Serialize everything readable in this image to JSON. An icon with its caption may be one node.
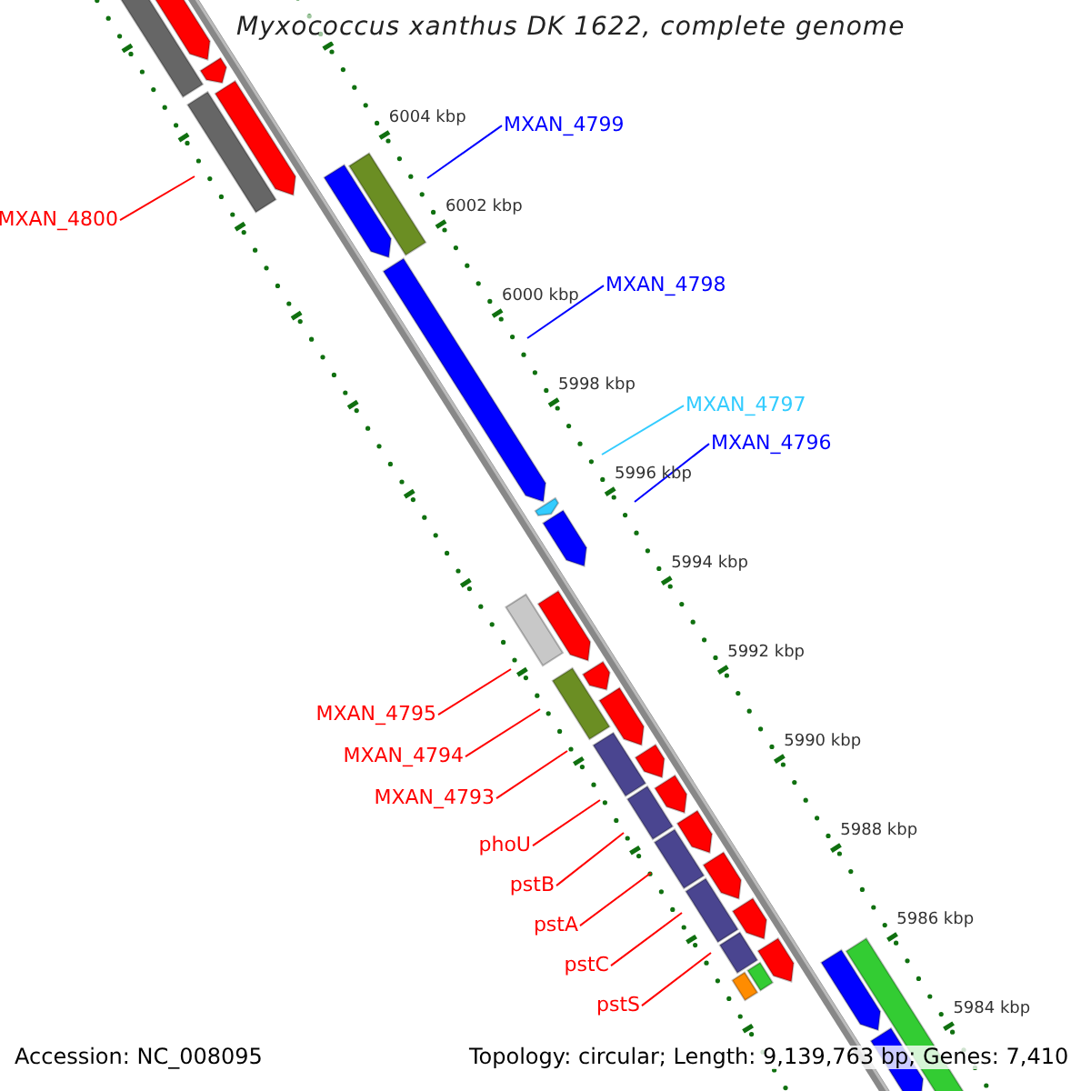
{
  "diagram": {
    "title": "Myxococcus xanthus DK 1622, complete genome",
    "nodes": [
      {
        "text": [
          "MXAN_4800"
        ]
      },
      {
        "text": [
          "MXAN_4799"
        ]
      },
      {
        "text": [
          "MXAN_4798"
        ]
      },
      {
        "text": [
          "MXAN_4797"
        ]
      },
      {
        "text": [
          "MXAN_4796"
        ]
      },
      {
        "text": [
          "MXAN_4795"
        ]
      },
      {
        "text": [
          "MXAN_4794"
        ]
      },
      {
        "text": [
          "MXAN_4793"
        ]
      },
      {
        "text": [
          "phoU"
        ]
      },
      {
        "text": [
          "pstB"
        ]
      },
      {
        "text": [
          "pstA"
        ]
      },
      {
        "text": [
          "pstC"
        ]
      },
      {
        "text": [
          "pstS"
        ]
      }
    ],
    "edges": [
      {
        "from": 0,
        "to": null,
        "arrow": "none"
      },
      {
        "from": 1,
        "to": null,
        "arrow": "none",
        "color": "#0000ff"
      },
      {
        "from": 2,
        "to": null,
        "arrow": "none",
        "color": "#0000ff"
      },
      {
        "from": 3,
        "to": null,
        "arrow": "none",
        "color": "#33ccff"
      },
      {
        "from": 4,
        "to": null,
        "arrow": "none",
        "color": "#0000ff"
      },
      {
        "from": 5,
        "to": null,
        "arrow": "none"
      },
      {
        "from": 6,
        "to": null,
        "arrow": "none"
      },
      {
        "from": 7,
        "to": null,
        "arrow": "none"
      },
      {
        "from": 8,
        "to": null,
        "arrow": "none"
      },
      {
        "from": 9,
        "to": null,
        "arrow": "none"
      },
      {
        "from": 10,
        "to": null,
        "arrow": "none"
      },
      {
        "from": 11,
        "to": null,
        "arrow": "none"
      },
      {
        "from": 12,
        "to": null,
        "arrow": "none"
      }
    ],
    "labels": [
      "6004 kbp",
      "6002 kbp",
      "6000 kbp",
      "5998 kbp",
      "5996 kbp",
      "5994 kbp",
      "5992 kbp",
      "5990 kbp",
      "5988 kbp",
      "5986 kbp",
      "5984 kbp",
      "Accession: NC_008095",
      "Topology: circular; Length: 9,139,763 bp; Genes: 7,410"
    ]
  }
}
